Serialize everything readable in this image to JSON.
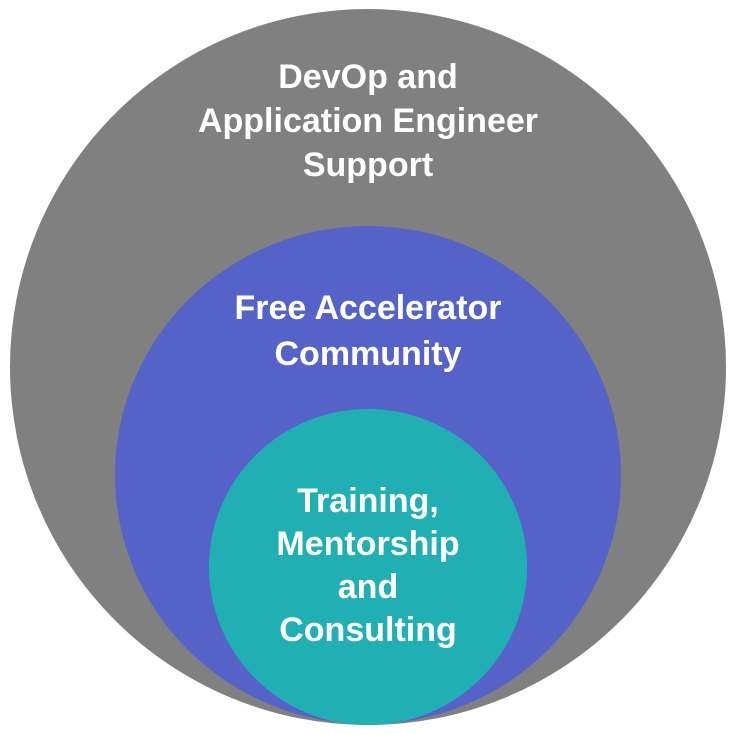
{
  "diagram": {
    "outer": {
      "lines": [
        "DevOp and",
        "Application Engineer",
        "Support"
      ],
      "color": "#808080"
    },
    "middle": {
      "lines": [
        "Free Accelerator",
        "Community"
      ],
      "color": "#5563C9"
    },
    "inner": {
      "lines": [
        "Training,",
        "Mentorship",
        "and",
        "Consulting"
      ],
      "color": "#20B0B4"
    },
    "text_color": "#FFFFFF"
  }
}
